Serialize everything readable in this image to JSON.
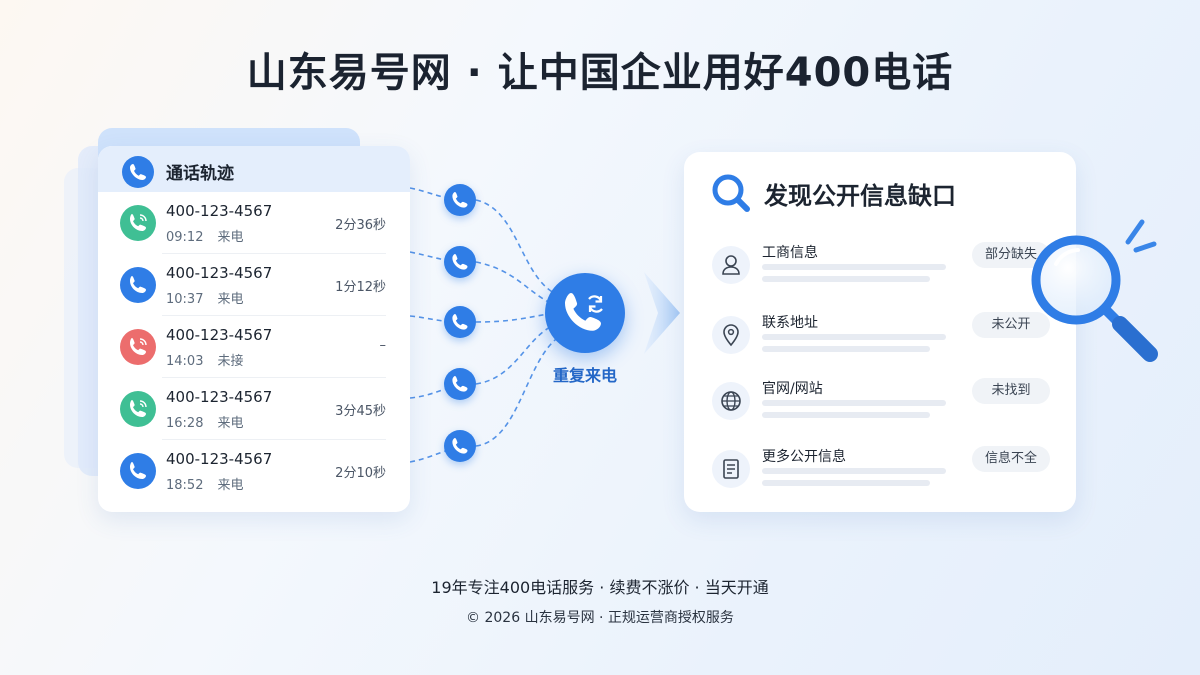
{
  "title": "山东易号网 · 让中国企业用好400电话",
  "call_log": {
    "title": "通话轨迹",
    "calls": [
      {
        "number": "400-123-4567",
        "time": "09:12",
        "type": "来电",
        "duration": "2分36秒",
        "status": "answered",
        "color": "#3fbf94"
      },
      {
        "number": "400-123-4567",
        "time": "10:37",
        "type": "来电",
        "duration": "1分12秒",
        "status": "incoming",
        "color": "#2f7de6"
      },
      {
        "number": "400-123-4567",
        "time": "14:03",
        "type": "未接",
        "duration": "–",
        "status": "missed",
        "color": "#ec6d6d"
      },
      {
        "number": "400-123-4567",
        "time": "16:28",
        "type": "来电",
        "duration": "3分45秒",
        "status": "answered",
        "color": "#3fbf94"
      },
      {
        "number": "400-123-4567",
        "time": "18:52",
        "type": "来电",
        "duration": "2分10秒",
        "status": "incoming",
        "color": "#2f7de6"
      }
    ]
  },
  "hub": {
    "label": "重复来电",
    "icon": "phone-repeat-icon"
  },
  "info_panel": {
    "title": "发现公开信息缺口",
    "icon": "search-icon",
    "rows": [
      {
        "label": "工商信息",
        "badge": "部分缺失",
        "icon": "user-icon"
      },
      {
        "label": "联系地址",
        "badge": "未公开",
        "icon": "location-pin-icon"
      },
      {
        "label": "官网/网站",
        "badge": "未找到",
        "icon": "globe-icon"
      },
      {
        "label": "更多公开信息",
        "badge": "信息不全",
        "icon": "document-icon"
      }
    ]
  },
  "footer": {
    "line1": "19年专注400电话服务 · 续费不涨价 · 当天开通",
    "line2": "© 2026 山东易号网 · 正规运营商授权服务"
  },
  "colors": {
    "accent": "#2f7de6",
    "green": "#3fbf94",
    "red": "#ec6d6d",
    "title": "#1b2330"
  }
}
